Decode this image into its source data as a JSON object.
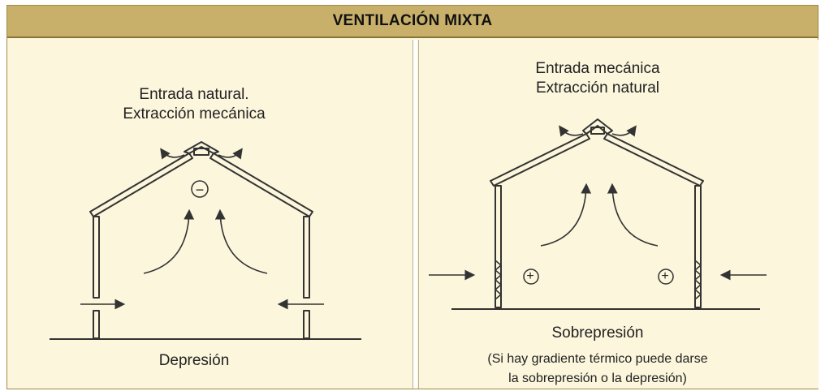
{
  "header": {
    "title": "VENTILACIÓN MIXTA"
  },
  "left_panel": {
    "title_line1": "Entrada natural.",
    "title_line2": "Extracción mecánica",
    "pressure_symbol": "−",
    "bottom_label": "Depresión"
  },
  "right_panel": {
    "title_line1": "Entrada mecánica",
    "title_line2": "Extracción natural",
    "pressure_symbol": "+",
    "bottom_label": "Sobrepresión",
    "note_line1": "(Si hay gradiente térmico puede darse",
    "note_line2": "la sobrepresión o la depresión)"
  },
  "colors": {
    "header_bg": "#c8b06a",
    "panel_bg": "#fbf6dc",
    "line": "#333333"
  }
}
